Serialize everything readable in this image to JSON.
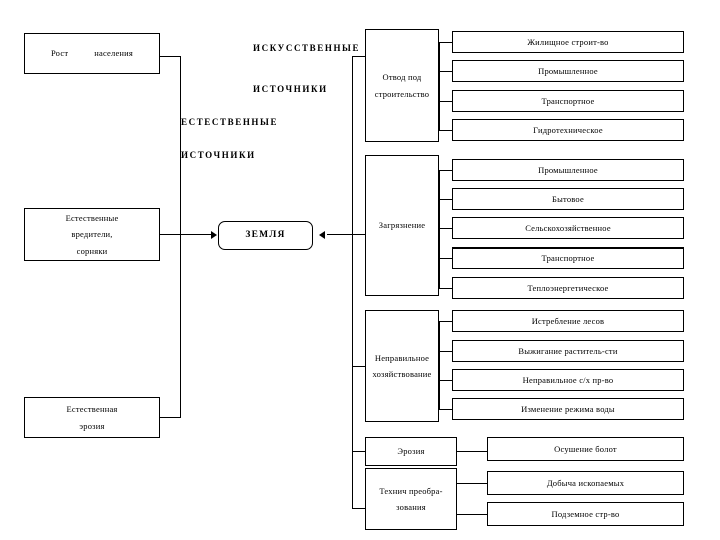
{
  "diagram": {
    "title_center": "ЗЕМЛЯ",
    "group_labels": {
      "artificial_line1": "ИСКУССТВЕННЫЕ",
      "artificial_line2": "ИСТОЧНИКИ",
      "natural_line1": "ЕСТЕСТВЕННЫЕ",
      "natural_line2": "ИСТОЧНИКИ"
    },
    "natural_sources": [
      {
        "line1": "Рост",
        "line2": "населения"
      },
      {
        "line1": "Естественные",
        "line2": "вредители,",
        "line3": "сорняки"
      },
      {
        "line1": "Естественная",
        "line2": "эрозия"
      }
    ],
    "artificial_sources": [
      {
        "line1": "Отвод под",
        "line2": "строительство",
        "children": [
          "Жилищное строит-во",
          "Промышленное",
          "Транспортное",
          "Гидротехническое"
        ]
      },
      {
        "line1": "Загрязнение",
        "line2": "",
        "children": [
          "Промышленное",
          "Бытовое",
          "Сельскохозяйственное",
          "Транспортное",
          "Теплоэнергетическое"
        ]
      },
      {
        "line1": "Неправильное",
        "line2": "хозяйствование",
        "children": [
          "Истребление лесов",
          "Выжигание раститель-сти",
          "Неправильное с/х пр-во",
          "Изменение режима воды"
        ]
      },
      {
        "line1": "Эрозия",
        "line2": "",
        "children": [
          "Осушение болот"
        ]
      },
      {
        "line1": "Технич преобра-",
        "line2": "зования",
        "children": [
          "Добыча ископаемых",
          "Подземное стр-во"
        ]
      }
    ],
    "colors": {
      "stroke": "#000000",
      "background": "#ffffff",
      "text": "#000000"
    }
  }
}
